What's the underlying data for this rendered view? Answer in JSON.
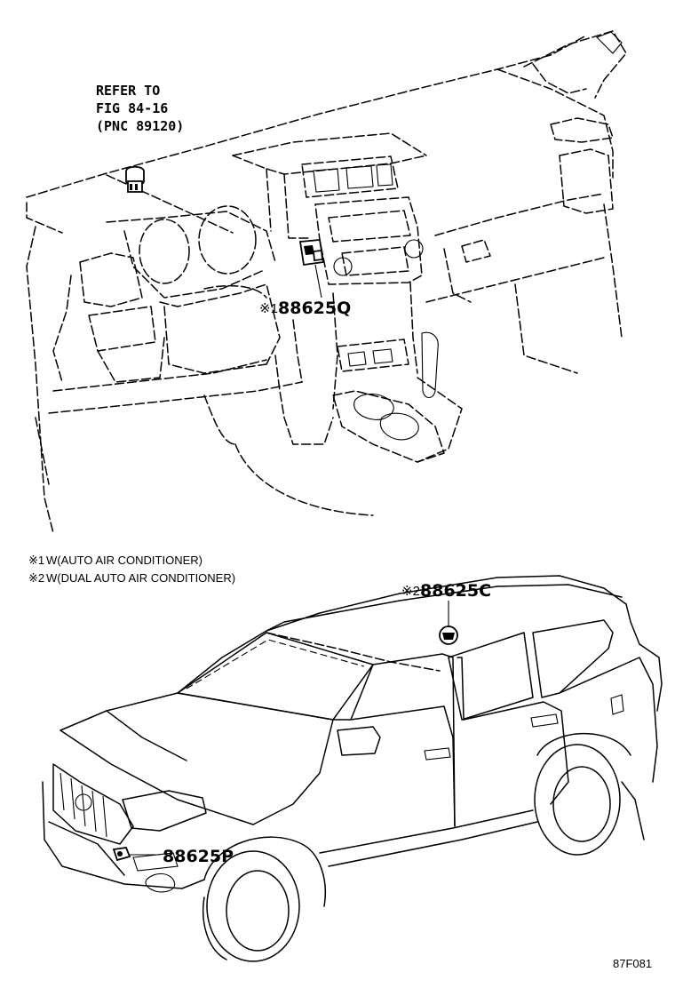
{
  "refer": {
    "line1": "REFER TO",
    "line2": "FIG 84-16",
    "line3": "(PNC 89120)"
  },
  "parts": {
    "dash_switch": {
      "mark": "※1",
      "number": "88625Q"
    },
    "roof_sensor": {
      "mark": "※2",
      "number": "88625C"
    },
    "front_sensor": {
      "number": "88625P"
    }
  },
  "notes": [
    {
      "mark": "※1",
      "text": "W(AUTO AIR CONDITIONER)"
    },
    {
      "mark": "※2",
      "text": "W(DUAL AUTO AIR CONDITIONER)"
    }
  ],
  "figure_code": "87F081"
}
